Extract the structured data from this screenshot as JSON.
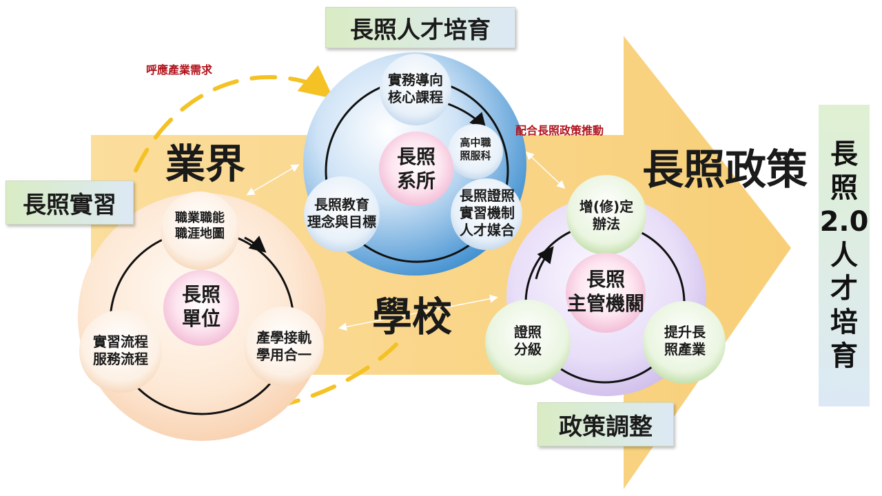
{
  "labels": {
    "talent_cultivation": "長照人才培育",
    "internship": "長照實習",
    "policy_adjust": "政策調整",
    "respond_industry": "呼應產業需求",
    "cooperate_policy": "配合長照政策推動",
    "industry": "業界",
    "school": "學校",
    "policy": "長照政策"
  },
  "blue_cycle": {
    "center": "長照\n系所",
    "items": [
      "實務導向\n核心課程",
      "高中職\n照服科",
      "長照證照\n實習機制\n人才媒合",
      "長照教育\n理念與目標"
    ]
  },
  "orange_cycle": {
    "center": "長照\n單位",
    "items": [
      "職業職能\n職涯地圖",
      "產學接軌\n學用合一",
      "實習流程\n服務流程"
    ]
  },
  "purple_cycle": {
    "center": "長照\n主管機關",
    "items": [
      "增(修)定\n辦法",
      "提升長\n照產業",
      "證照\n分級"
    ]
  },
  "vertical_title": [
    "長",
    "照",
    "2.0",
    "人",
    "才",
    "培",
    "育"
  ],
  "colors": {
    "arrow": "#fbd58a",
    "dash": "#f4c224",
    "red_text": "#b0121b",
    "blue_circle": "#3f8fd0",
    "orange_circle": "#f7c9a3",
    "purple_circle": "#c6b2e6"
  }
}
